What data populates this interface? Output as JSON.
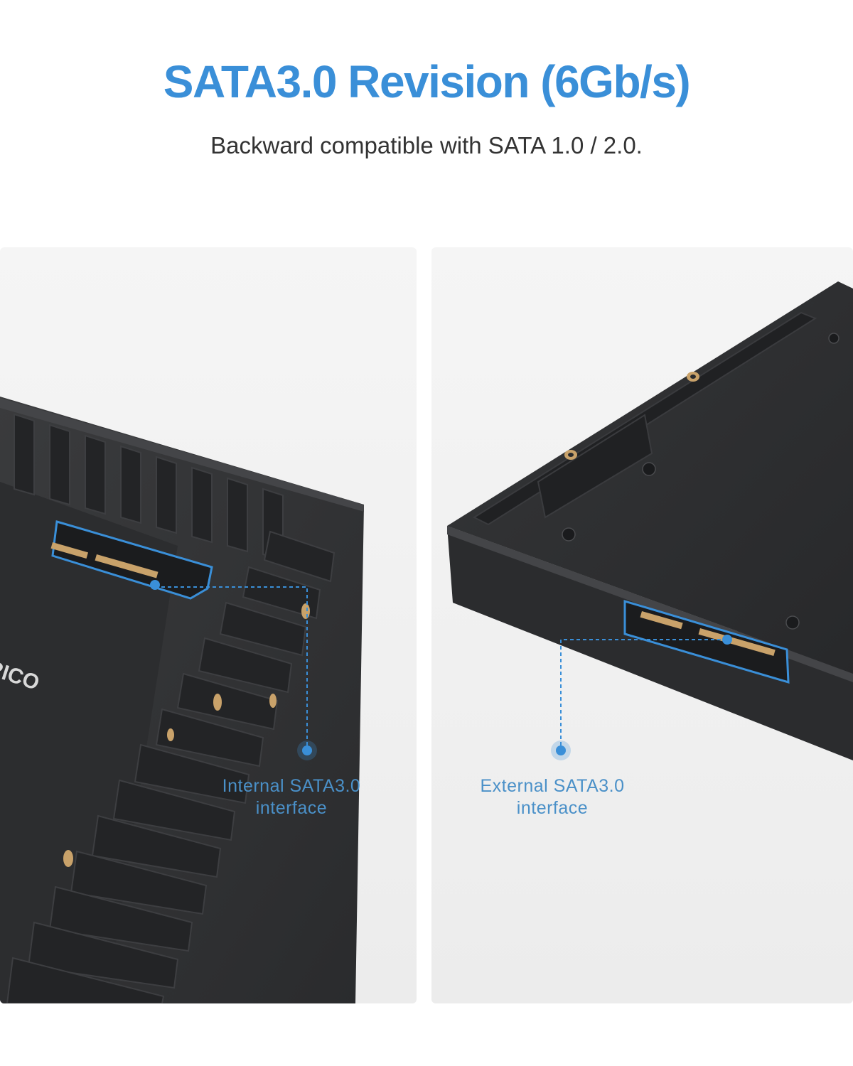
{
  "heading": {
    "title": "SATA3.0 Revision (6Gb/s)",
    "subtitle": "Backward compatible with SATA 1.0 / 2.0."
  },
  "panels": {
    "left": {
      "callout_line1": "Internal SATA3.0",
      "callout_line2": "interface",
      "brand_text": "RICO"
    },
    "right": {
      "callout_line1": "External SATA3.0",
      "callout_line2": "interface"
    }
  },
  "colors": {
    "accent": "#3a8fd8",
    "callout_text": "#4a90c8",
    "panel_bg": "#f3f3f3",
    "device": "#2b2c2e",
    "device_edge": "#1e1f21",
    "device_top": "#38393b",
    "brass": "#c9a26a"
  }
}
